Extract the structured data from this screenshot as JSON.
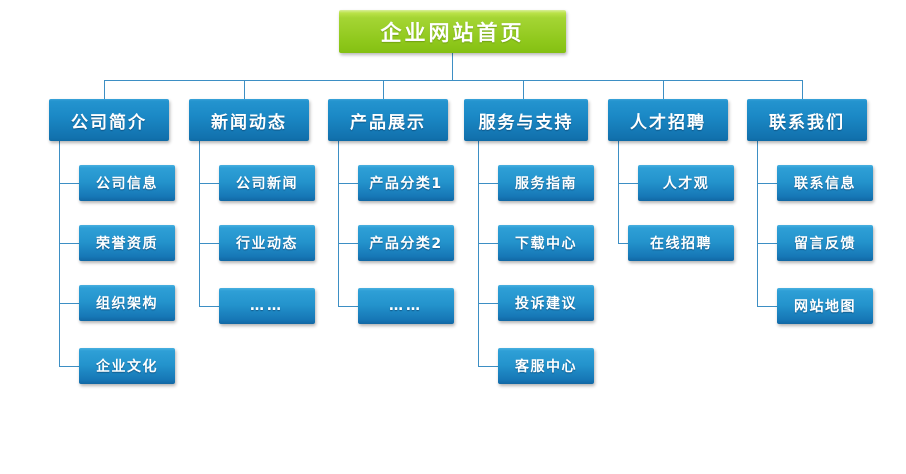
{
  "diagram": {
    "type": "sitemap-tree",
    "title": "企业网站首页",
    "colors": {
      "root_fill_top": "#a5d534",
      "root_fill_bottom": "#84c012",
      "level2_fill_top": "#2494cf",
      "level2_fill_bottom": "#0f6aa4",
      "level3_fill_top": "#2e9fd6",
      "level3_fill_bottom": "#1167a3",
      "connector": "#3d8fc4",
      "background": "#ffffff",
      "text": "#ffffff"
    },
    "root": {
      "label": "企业网站首页"
    },
    "branches": [
      {
        "label": "公司简介",
        "children": [
          {
            "label": "公司信息"
          },
          {
            "label": "荣誉资质"
          },
          {
            "label": "组织架构"
          },
          {
            "label": "企业文化"
          }
        ]
      },
      {
        "label": "新闻动态",
        "children": [
          {
            "label": "公司新闻"
          },
          {
            "label": "行业动态"
          },
          {
            "label": "……"
          }
        ]
      },
      {
        "label": "产品展示",
        "children": [
          {
            "label": "产品分类1"
          },
          {
            "label": "产品分类2"
          },
          {
            "label": "……"
          }
        ]
      },
      {
        "label": "服务与支持",
        "children": [
          {
            "label": "服务指南"
          },
          {
            "label": "下载中心"
          },
          {
            "label": "投诉建议"
          },
          {
            "label": "客服中心"
          }
        ]
      },
      {
        "label": "人才招聘",
        "children": [
          {
            "label": "人才观"
          },
          {
            "label": "在线招聘"
          }
        ]
      },
      {
        "label": "联系我们",
        "children": [
          {
            "label": "联系信息"
          },
          {
            "label": "留言反馈"
          },
          {
            "label": "网站地图"
          }
        ]
      }
    ]
  }
}
